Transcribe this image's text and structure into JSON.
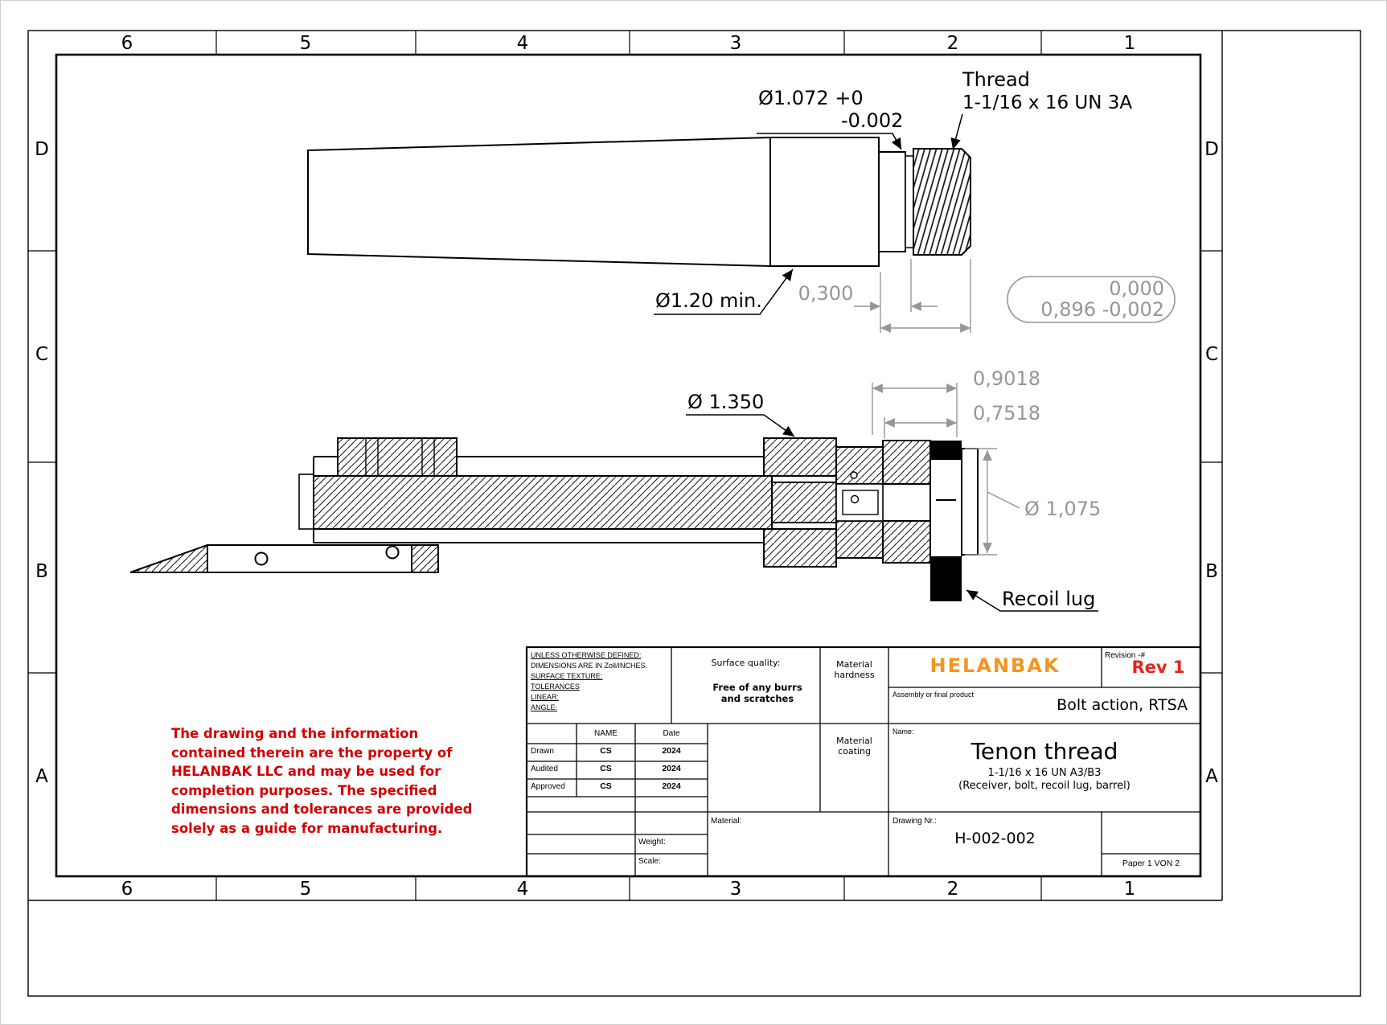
{
  "colors": {
    "brand_orange": "#F7941D",
    "revision_red": "#E8251C",
    "disclaimer_red": "#D40000",
    "dim_gray": "#969696"
  },
  "sheet": {
    "zones_h": [
      "6",
      "5",
      "4",
      "3",
      "2",
      "1"
    ],
    "zones_v": [
      "D",
      "C",
      "B",
      "A"
    ]
  },
  "barrel_view": {
    "dim_tenon_dia": "Ø1.072 +0",
    "dim_tenon_dia_tol": "-0.002",
    "thread_line1": "Thread",
    "thread_line2": "1-1/16 x 16 UN 3A",
    "dim_min_od": "Ø1.20 min.",
    "dim_tenon_len": "0,300",
    "dim_datum": "0,000",
    "dim_thread_len": "0,896 -0,002"
  },
  "receiver_view": {
    "dim_ring_od": "Ø 1.350",
    "dim_depth_a": "0,9018",
    "dim_depth_b": "0,7518",
    "dim_bore": "Ø 1,075",
    "recoil_lug_label": "Recoil lug"
  },
  "disclaimer": {
    "lines": [
      "The drawing and the information",
      "contained therein are the property of",
      "HELANBAK LLC and may be used for",
      "completion purposes. The specified",
      "dimensions and tolerances are provided",
      "solely as a guide for manufacturing."
    ]
  },
  "title_block": {
    "notes": [
      "UNLESS OTHERWISE DEFINED:",
      "DIMENSIONS ARE IN Zoll/INCHES.",
      "SURFACE TEXTURE:",
      "TOLERANCES",
      "LINEAR:",
      "ANGLE:"
    ],
    "surface_quality_label": "Surface quality:",
    "surface_quality_value": "Free of any burrs and scratches",
    "material_hardness": "Material hardness",
    "material_coating": "Material coating",
    "company": "HELANBAK",
    "revision_label": "Revision -#",
    "revision_value": "Rev 1",
    "assembly_label": "Assembly or final product",
    "assembly_value": "Bolt action, RTSA",
    "name_label": "Name:",
    "part_name": "Tenon thread",
    "part_spec": "1-1/16 x 16 UN A3/B3",
    "part_components": "(Receiver, bolt, recoil lug, barrel)",
    "approval": {
      "name_header": "NAME",
      "date_header": "Date",
      "rows": [
        {
          "role": "Drawn",
          "name": "CS",
          "date": "2024"
        },
        {
          "role": "Audited",
          "name": "CS",
          "date": "2024"
        },
        {
          "role": "Approved",
          "name": "CS",
          "date": "2024"
        }
      ]
    },
    "material_label": "Material:",
    "weight_label": "Weight:",
    "scale_label": "Scale:",
    "drawing_nr_label": "Drawing Nr.:",
    "drawing_nr_value": "H-002-002",
    "paper_label": "Paper 1 VON 2"
  }
}
